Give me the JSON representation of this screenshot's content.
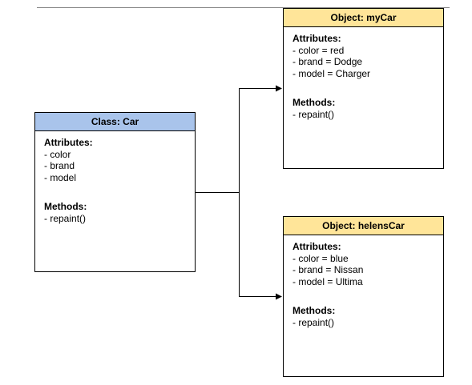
{
  "colors": {
    "class_header": "#a9c4eb",
    "object_header": "#ffe599",
    "line": "#000000",
    "top_rule": "#8a8a8a"
  },
  "class_car": {
    "title": "Class: Car",
    "attributes_label": "Attributes:",
    "attributes": [
      "- color",
      "- brand",
      "- model"
    ],
    "methods_label": "Methods:",
    "methods": [
      "- repaint()"
    ]
  },
  "object_mycar": {
    "title": "Object: myCar",
    "attributes_label": "Attributes:",
    "attributes": [
      "- color = red",
      "- brand = Dodge",
      "- model = Charger"
    ],
    "methods_label": "Methods:",
    "methods": [
      "- repaint()"
    ]
  },
  "object_helenscar": {
    "title": "Object: helensCar",
    "attributes_label": "Attributes:",
    "attributes": [
      "- color = blue",
      "- brand = Nissan",
      "- model = Ultima"
    ],
    "methods_label": "Methods:",
    "methods": [
      "- repaint()"
    ]
  }
}
